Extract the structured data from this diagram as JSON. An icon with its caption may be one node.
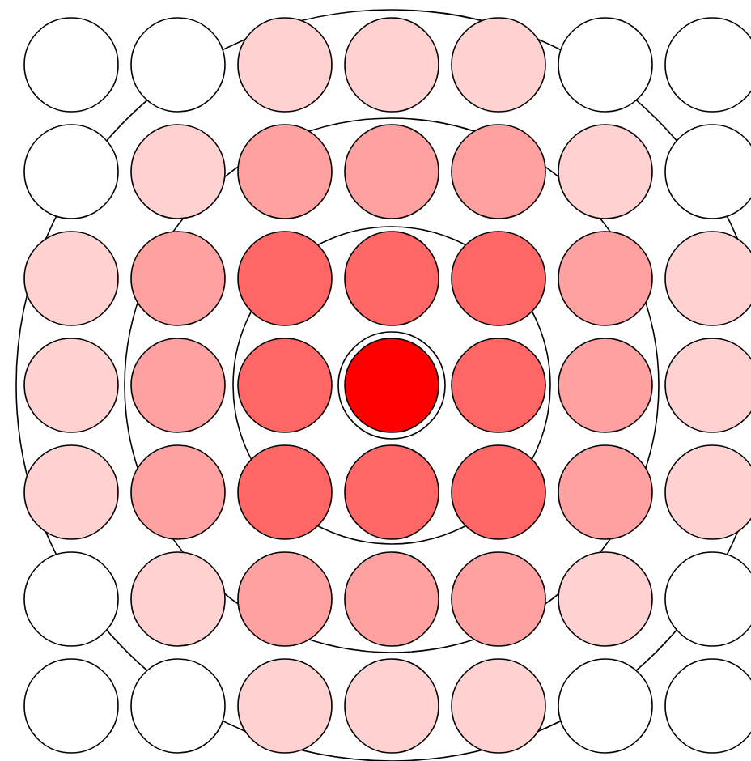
{
  "diagram": {
    "nodes": [
      {
        "text": [],
        "shape": "circle"
      },
      {
        "text": [],
        "shape": "circle"
      },
      {
        "text": [],
        "shape": "circle"
      },
      {
        "text": [],
        "shape": "circle"
      },
      {
        "text": [],
        "shape": "circle"
      },
      {
        "text": [],
        "shape": "circle"
      },
      {
        "text": [],
        "shape": "circle"
      },
      {
        "text": [],
        "shape": "circle"
      },
      {
        "text": [],
        "shape": "circle"
      },
      {
        "text": [],
        "shape": "circle"
      },
      {
        "text": [],
        "shape": "circle"
      },
      {
        "text": [],
        "shape": "circle"
      },
      {
        "text": [],
        "shape": "circle"
      },
      {
        "text": [],
        "shape": "circle"
      },
      {
        "text": [],
        "shape": "circle"
      },
      {
        "text": [],
        "shape": "circle"
      },
      {
        "text": [],
        "shape": "circle"
      },
      {
        "text": [],
        "shape": "circle"
      },
      {
        "text": [],
        "shape": "circle"
      },
      {
        "text": [],
        "shape": "circle"
      },
      {
        "text": [],
        "shape": "circle"
      },
      {
        "text": [],
        "shape": "circle"
      },
      {
        "text": [],
        "shape": "circle"
      },
      {
        "text": [],
        "shape": "circle"
      },
      {
        "text": [],
        "shape": "circle"
      },
      {
        "text": [],
        "shape": "circle"
      },
      {
        "text": [],
        "shape": "circle"
      },
      {
        "text": [],
        "shape": "circle"
      },
      {
        "text": [],
        "shape": "circle"
      },
      {
        "text": [],
        "shape": "circle"
      },
      {
        "text": [],
        "shape": "circle"
      },
      {
        "text": [],
        "shape": "circle"
      },
      {
        "text": [],
        "shape": "circle"
      },
      {
        "text": [],
        "shape": "circle"
      },
      {
        "text": [],
        "shape": "circle"
      },
      {
        "text": [],
        "shape": "circle"
      },
      {
        "text": [],
        "shape": "circle"
      },
      {
        "text": [],
        "shape": "circle"
      },
      {
        "text": [],
        "shape": "circle"
      },
      {
        "text": [],
        "shape": "circle"
      },
      {
        "text": [],
        "shape": "circle"
      },
      {
        "text": [],
        "shape": "circle"
      },
      {
        "text": [],
        "shape": "circle"
      },
      {
        "text": [],
        "shape": "circle"
      },
      {
        "text": [],
        "shape": "circle"
      },
      {
        "text": [],
        "shape": "circle"
      },
      {
        "text": [],
        "shape": "circle"
      },
      {
        "text": [],
        "shape": "circle"
      },
      {
        "text": [],
        "shape": "circle"
      }
    ]
  }
}
